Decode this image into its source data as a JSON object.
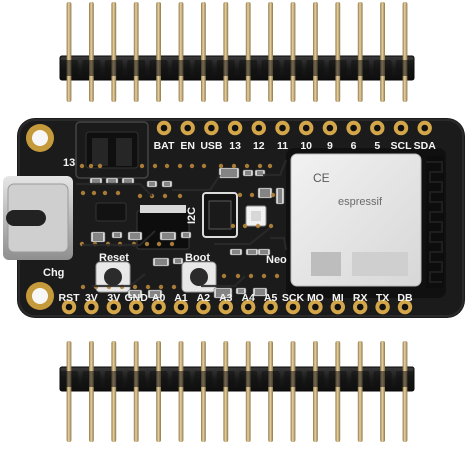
{
  "board": {
    "top_labels": [
      "BAT",
      "EN",
      "USB",
      "13",
      "12",
      "11",
      "10",
      "9",
      "6",
      "5",
      "SCL",
      "SDA"
    ],
    "bottom_labels": [
      "RST",
      "3V",
      "3V",
      "GND",
      "A0",
      "A1",
      "A2",
      "A3",
      "A4",
      "A5",
      "SCK",
      "MO",
      "MI",
      "RX",
      "TX",
      "DB"
    ],
    "misc_labels": {
      "led13": "13",
      "chg": "Chg",
      "reset": "Reset",
      "boot": "Boot",
      "i2c": "I2C",
      "neo": "Neo"
    },
    "module_text": {
      "ce": "CE",
      "brand": "espressif"
    }
  },
  "colors": {
    "pcb": "#1b1b1b",
    "gold": "#d4a64a",
    "pin_metal": "#c9a66b",
    "shroud": "#151515",
    "module_shield": "#e6e6e6",
    "silkscreen": "#f4f4f4"
  }
}
